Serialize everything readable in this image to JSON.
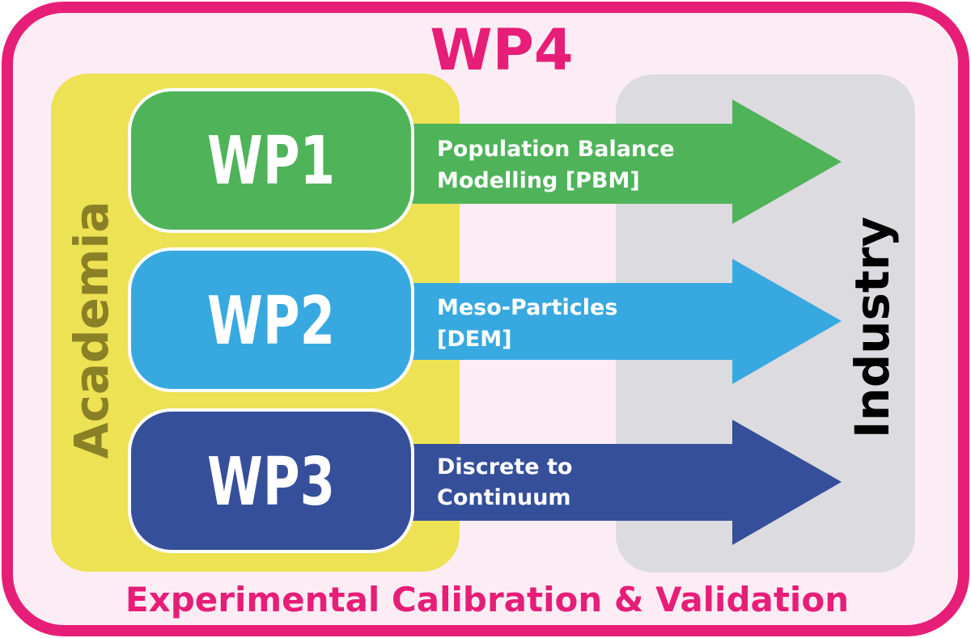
{
  "diagram": {
    "title": "WP4",
    "footer": "Experimental Calibration & Validation",
    "academia_label": "Academia",
    "industry_label": "Industry",
    "colors": {
      "outer_border": "#e61e78",
      "outer_fill": "#fcedf5",
      "academia_fill": "#ede154",
      "academia_text": "#8a8026",
      "industry_fill": "#dcdbdf",
      "industry_text": "#000000",
      "wp1": "#4fb35a",
      "wp2": "#38a9e0",
      "wp3": "#354f9a"
    },
    "packages": [
      {
        "label": "WP1",
        "arrow_line1": "Population Balance",
        "arrow_line2": "Modelling [PBM]",
        "color": "#4fb35a"
      },
      {
        "label": "WP2",
        "arrow_line1": "Meso-Particles",
        "arrow_line2": "[DEM]",
        "color": "#38a9e0"
      },
      {
        "label": "WP3",
        "arrow_line1": "Discrete to",
        "arrow_line2": "Continuum",
        "color": "#354f9a"
      }
    ]
  }
}
